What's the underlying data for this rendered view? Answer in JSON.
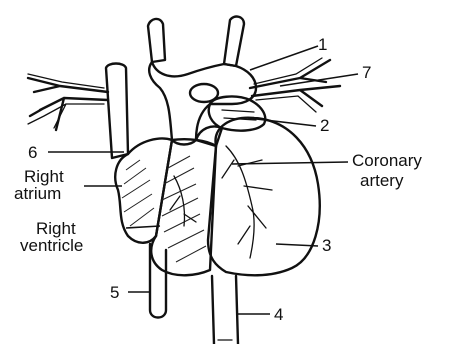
{
  "labels": {
    "n1": "1",
    "n2": "2",
    "n3": "3",
    "n4": "4",
    "n5": "5",
    "n6": "6",
    "n7": "7",
    "right_atrium_1": "Right",
    "right_atrium_2": "atrium",
    "right_ventricle_1": "Right",
    "right_ventricle_2": "ventricle",
    "coronary_1": "Coronary",
    "coronary_2": "artery"
  }
}
